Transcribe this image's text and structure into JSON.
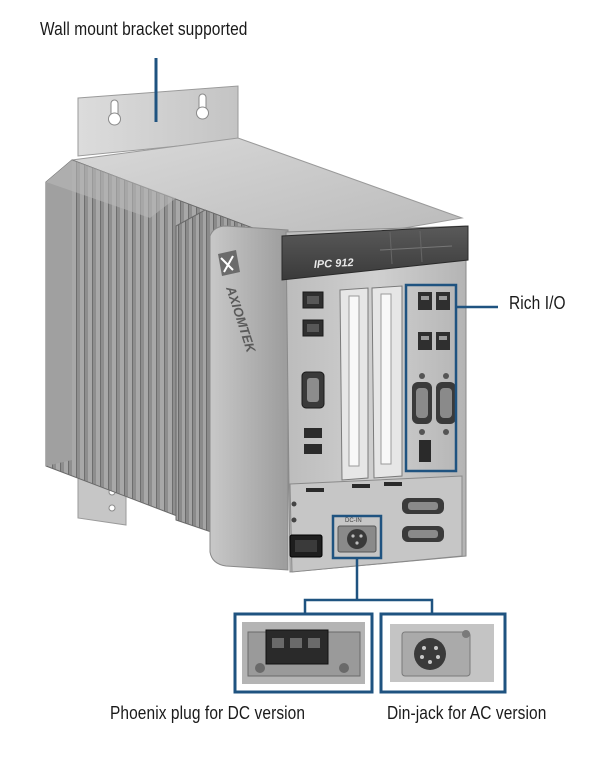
{
  "callouts": {
    "wall_mount": "Wall mount bracket supported",
    "rich_io": "Rich I/O",
    "phoenix": "Phoenix plug for DC version",
    "din_jack": "Din-jack for AC version"
  },
  "device": {
    "model": "IPC 912",
    "brand": "AXIOMTEK",
    "power_label": "DC-IN"
  },
  "colors": {
    "callout_blue": "#1f4f79",
    "line_blue": "#1f5380"
  }
}
